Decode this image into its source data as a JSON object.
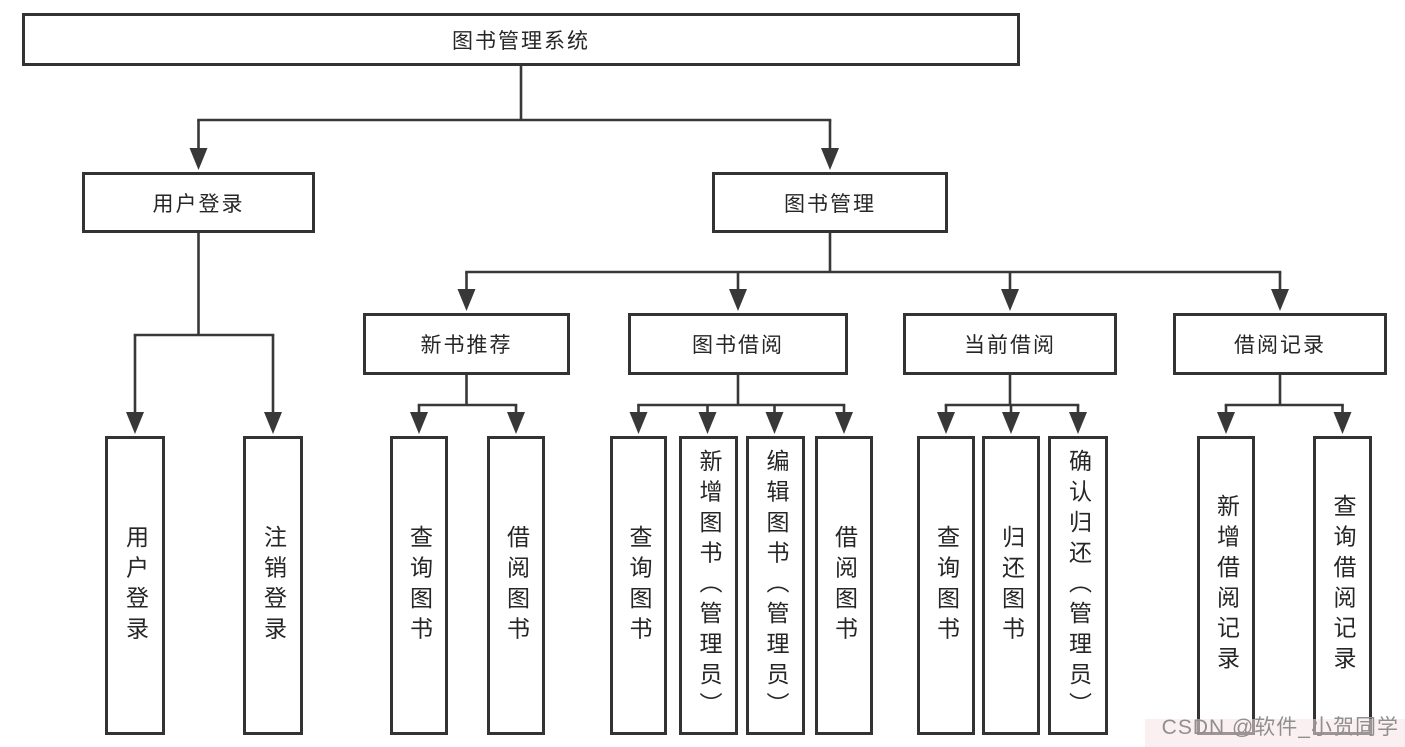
{
  "tree": {
    "root": "图书管理系统",
    "level2": [
      {
        "label": "用户登录",
        "children": [
          "用户登录",
          "注销登录"
        ]
      },
      {
        "label": "图书管理",
        "children": [
          {
            "label": "新书推荐",
            "children": [
              "查询图书",
              "借阅图书"
            ]
          },
          {
            "label": "图书借阅",
            "children": [
              "查询图书",
              "新增图书（管理员）",
              "编辑图书（管理员）",
              "借阅图书"
            ]
          },
          {
            "label": "当前借阅",
            "children": [
              "查询图书",
              "归还图书",
              "确认归还（管理员）"
            ]
          },
          {
            "label": "借阅记录",
            "children": [
              "新增借阅记录",
              "查询借阅记录"
            ]
          }
        ]
      }
    ]
  },
  "watermark": "CSDN @软件_小贺同学",
  "colors": {
    "line": "#383838",
    "box_border": "#333333",
    "text": "#262626",
    "background": "#ffffff",
    "watermark_text": "#8f8f8f",
    "watermark_band": "#f7e4e6"
  }
}
